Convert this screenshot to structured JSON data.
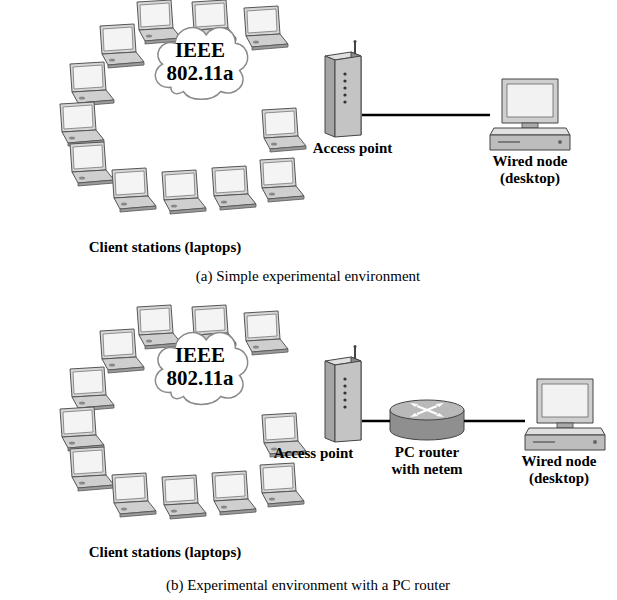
{
  "diagram": {
    "nodes": [
      {
        "text": [
          "Client stations (laptops)"
        ]
      },
      {
        "text": [
          "IEEE 802.11a"
        ]
      },
      {
        "text": [
          "Access point"
        ]
      },
      {
        "text": [
          "Wired node (desktop)"
        ]
      },
      {
        "text": [
          "Client stations (laptops)"
        ]
      },
      {
        "text": [
          "IEEE 802.11a"
        ]
      },
      {
        "text": [
          "Access point"
        ]
      },
      {
        "text": [
          "PC router with netem"
        ]
      },
      {
        "text": [
          "Wired node (desktop)"
        ]
      }
    ],
    "edges": [
      {
        "from": 2,
        "to": 3,
        "arrow": "none"
      },
      {
        "from": 6,
        "to": 7,
        "arrow": "none"
      },
      {
        "from": 7,
        "to": 8,
        "arrow": "none"
      }
    ],
    "labels": [
      "(a) Simple experimental environment",
      "(b) Experimental environment with a PC router"
    ]
  }
}
